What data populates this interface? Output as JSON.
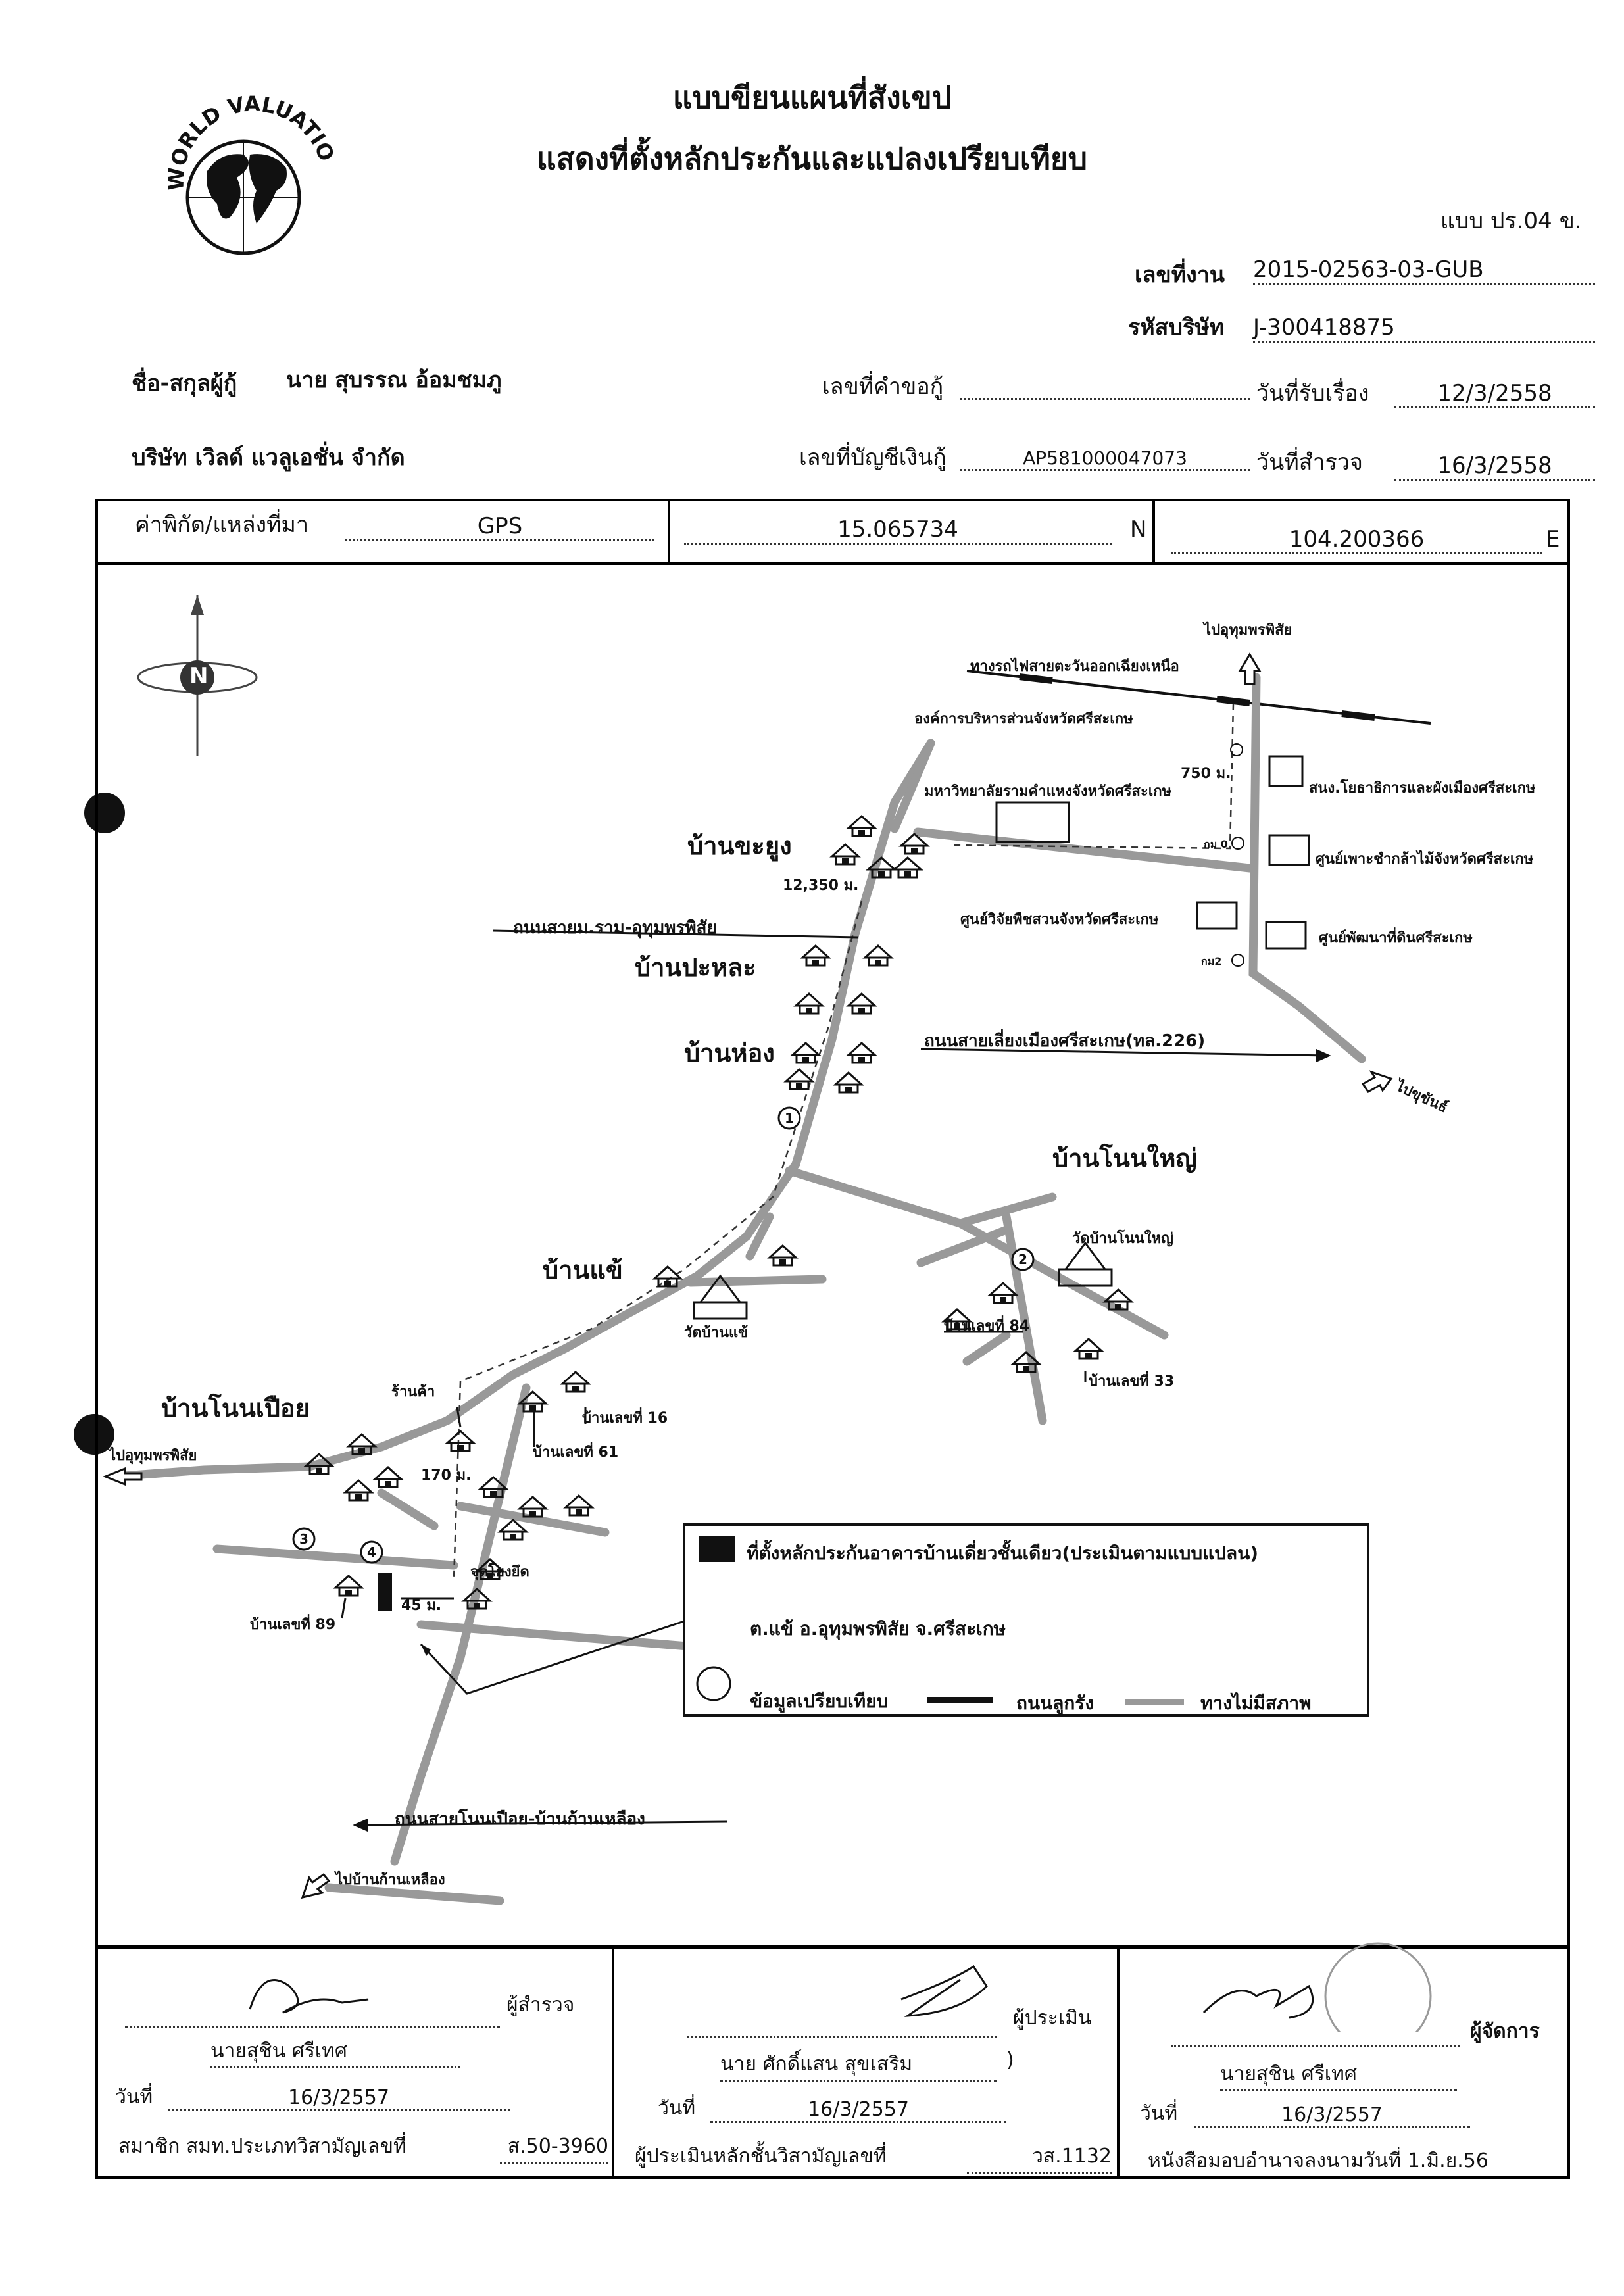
{
  "header": {
    "title": "แบบขียนแผนที่สังเขป",
    "subtitle": "แสดงที่ตั้งหลักประกันและแปลงเปรียบเทียบ",
    "form_code": "แบบ ปร.04 ข.",
    "logo_text": "WORLD VALUATION",
    "job_no_label": "เลขที่งาน",
    "job_no": "2015-02563-03-GUB",
    "company_code_label": "รหัสบริษัท",
    "company_code": "J-300418875"
  },
  "info": {
    "borrower_label": "ชื่อ-สกุลผู้กู้",
    "borrower": "นาย สุบรรณ  อ้อมชมภู",
    "request_no_label": "เลขที่คำขอกู้",
    "request_no": "",
    "received_date_label": "วันที่รับเรื่อง",
    "received_date": "12/3/2558",
    "company": "บริษัท เวิลด์ แวลูเอชั่น  จำกัด",
    "account_label": "เลขที่บัญชีเงินกู้",
    "account": "AP581000047073",
    "survey_date_label": "วันที่สำรวจ",
    "survey_date": "16/3/2558",
    "coord_label": "ค่าพิกัด/แหล่งที่มา",
    "coord_source": "GPS",
    "lat": "15.065734",
    "lat_unit": "N",
    "lon": "104.200366",
    "lon_unit": "E"
  },
  "map": {
    "north": "N",
    "places": {
      "ban_khayung": "บ้านขะยูง",
      "ban_pala": "บ้านปะหละ",
      "ban_hong": "บ้านห่อง",
      "ban_nonyai": "บ้านโนนใหญ่",
      "ban_chae": "บ้านแข้",
      "ban_nonpuey": "บ้านโนนเปือย"
    },
    "labels": {
      "to_uthumphon_top": "ไปอุทุมพรพิสัย",
      "railway": "ทางรถไฟสายตะวันออกเฉียงเหนือ",
      "pao": "องค์การบริหารส่วนจังหวัดศรีสะเกษ",
      "dist_750": "750 ม.",
      "ramkhamhaeng": "มหาวิทยาลัยรามคำแหงจังหวัดศรีสะเกษ",
      "coop": "สนง.โยธาธิการและผังเมืองศรีสะเกษ",
      "km0": "กม 0",
      "seedling": "ศูนย์เพาะชำกล้าไม้จังหวัดศรีสะเกษ",
      "dist_12350": "12,350 ม.",
      "road_ram": "ถนนสายม.ราม-อุทุมพรพิสัย",
      "horti": "ศูนย์วิจัยพืชสวนจังหวัดศรีสะเกษ",
      "land_dev": "ศูนย์พัฒนาที่ดินศรีสะเกษ",
      "km2": "กม2",
      "bypass": "ถนนสายเลี่ยงเมืองศรีสะเกษ(ทล.226)",
      "to_khukhan": "ไปขุขันธ์",
      "wat_nonyai": "วัดบ้านโนนใหญ่",
      "house_84": "บ้านเลขที่ 84",
      "house_33": "บ้านเลขที่ 33",
      "wat_chae": "วัดบ้านแข้",
      "shop": "ร้านค้า",
      "house_16": "บ้านเลขที่ 16",
      "house_61": "บ้านเลขที่ 61",
      "to_uthumphon_left": "ไปอุทุมพรพิสัย",
      "dist_170": "170 ม.",
      "junction": "จุดโยงยึด",
      "dist_45": "45 ม.",
      "house_89": "บ้านเลขที่ 89",
      "road_nonpuey": "ถนนสายโนนเปือย-บ้านก้านเหลือง",
      "to_kanlueang": "ไปบ้านก้านเหลือง",
      "c1": "1",
      "c2": "2",
      "c3": "3",
      "c4": "4"
    },
    "legend": {
      "collateral": "ที่ตั้งหลักประกันอาคารบ้านเดี่ยวชั้นเดียว(ประเมินตามแบบแปลน)",
      "location": "ต.แข้ อ.อุทุมพรพิสัย จ.ศรีสะเกษ",
      "comparables": "ข้อมูลเปรียบเทียบ",
      "gravel_road": "ถนนลูกรัง",
      "dirt_road": "ทางไม่มีสภาพ"
    }
  },
  "signatures": {
    "surveyor": {
      "role": "ผู้สำรวจ",
      "name": "นายสุชิน  ศรีเทศ",
      "date_label": "วันที่",
      "date": "16/3/2557",
      "member": "สมาชิก สมท.ประเภทวิสามัญเลขที่",
      "member_no": "ส.50-3960"
    },
    "appraiser": {
      "role": "ผู้ประเมิน",
      "name": "นาย ศักดิ์แสน  สุขเสริม",
      "paren": ")",
      "date_label": "วันที่",
      "date": "16/3/2557",
      "license": "ผู้ประเมินหลักชั้นวิสามัญเลขที่",
      "license_no": "วส.1132"
    },
    "manager": {
      "role": "ผู้จัดการ",
      "name": "นายสุชิน  ศรีเทศ",
      "date_label": "วันที่",
      "date": "16/3/2557",
      "authority": "หนังสือมอบอำนาจลงนามวันที่ 1.มิ.ย.56"
    }
  }
}
